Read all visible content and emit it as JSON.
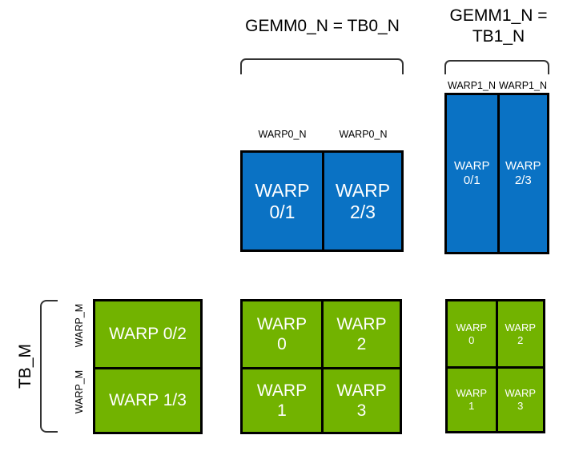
{
  "diagram": {
    "title_gemm0": "GEMM0_N = TB0_N",
    "title_gemm1": "GEMM1_N =\nTB1_N",
    "tb_m_label": "TB_M",
    "labels": {
      "warp0_n_a": "WARP0_N",
      "warp0_n_b": "WARP0_N",
      "warp1_n_a": "WARP1_N",
      "warp1_n_b": "WARP1_N",
      "warp_m_top": "WARP_M",
      "warp_m_bottom": "WARP_M"
    },
    "blue_gemm0": {
      "name": "gemm0-accumulator-block",
      "color": "#0a72c4",
      "cells": [
        {
          "text": "WARP\n0/1"
        },
        {
          "text": "WARP\n2/3"
        }
      ]
    },
    "blue_gemm1": {
      "name": "gemm1-accumulator-block",
      "color": "#0a72c4",
      "cells": [
        {
          "text": "WARP\n0/1"
        },
        {
          "text": "WARP\n2/3"
        }
      ]
    },
    "green_tbm": {
      "name": "tb-m-operand-block",
      "color": "#72b300",
      "cells": [
        {
          "text": "WARP 0/2"
        },
        {
          "text": "WARP 1/3"
        }
      ]
    },
    "green_gemm0": {
      "name": "gemm0-warp-grid",
      "color": "#72b300",
      "cells": [
        {
          "text": "WARP\n0"
        },
        {
          "text": "WARP\n2"
        },
        {
          "text": "WARP\n1"
        },
        {
          "text": "WARP\n3"
        }
      ]
    },
    "green_gemm1": {
      "name": "gemm1-warp-grid",
      "color": "#72b300",
      "cells": [
        {
          "text": "WARP\n0"
        },
        {
          "text": "WARP\n2"
        },
        {
          "text": "WARP\n1"
        },
        {
          "text": "WARP\n3"
        }
      ]
    }
  }
}
